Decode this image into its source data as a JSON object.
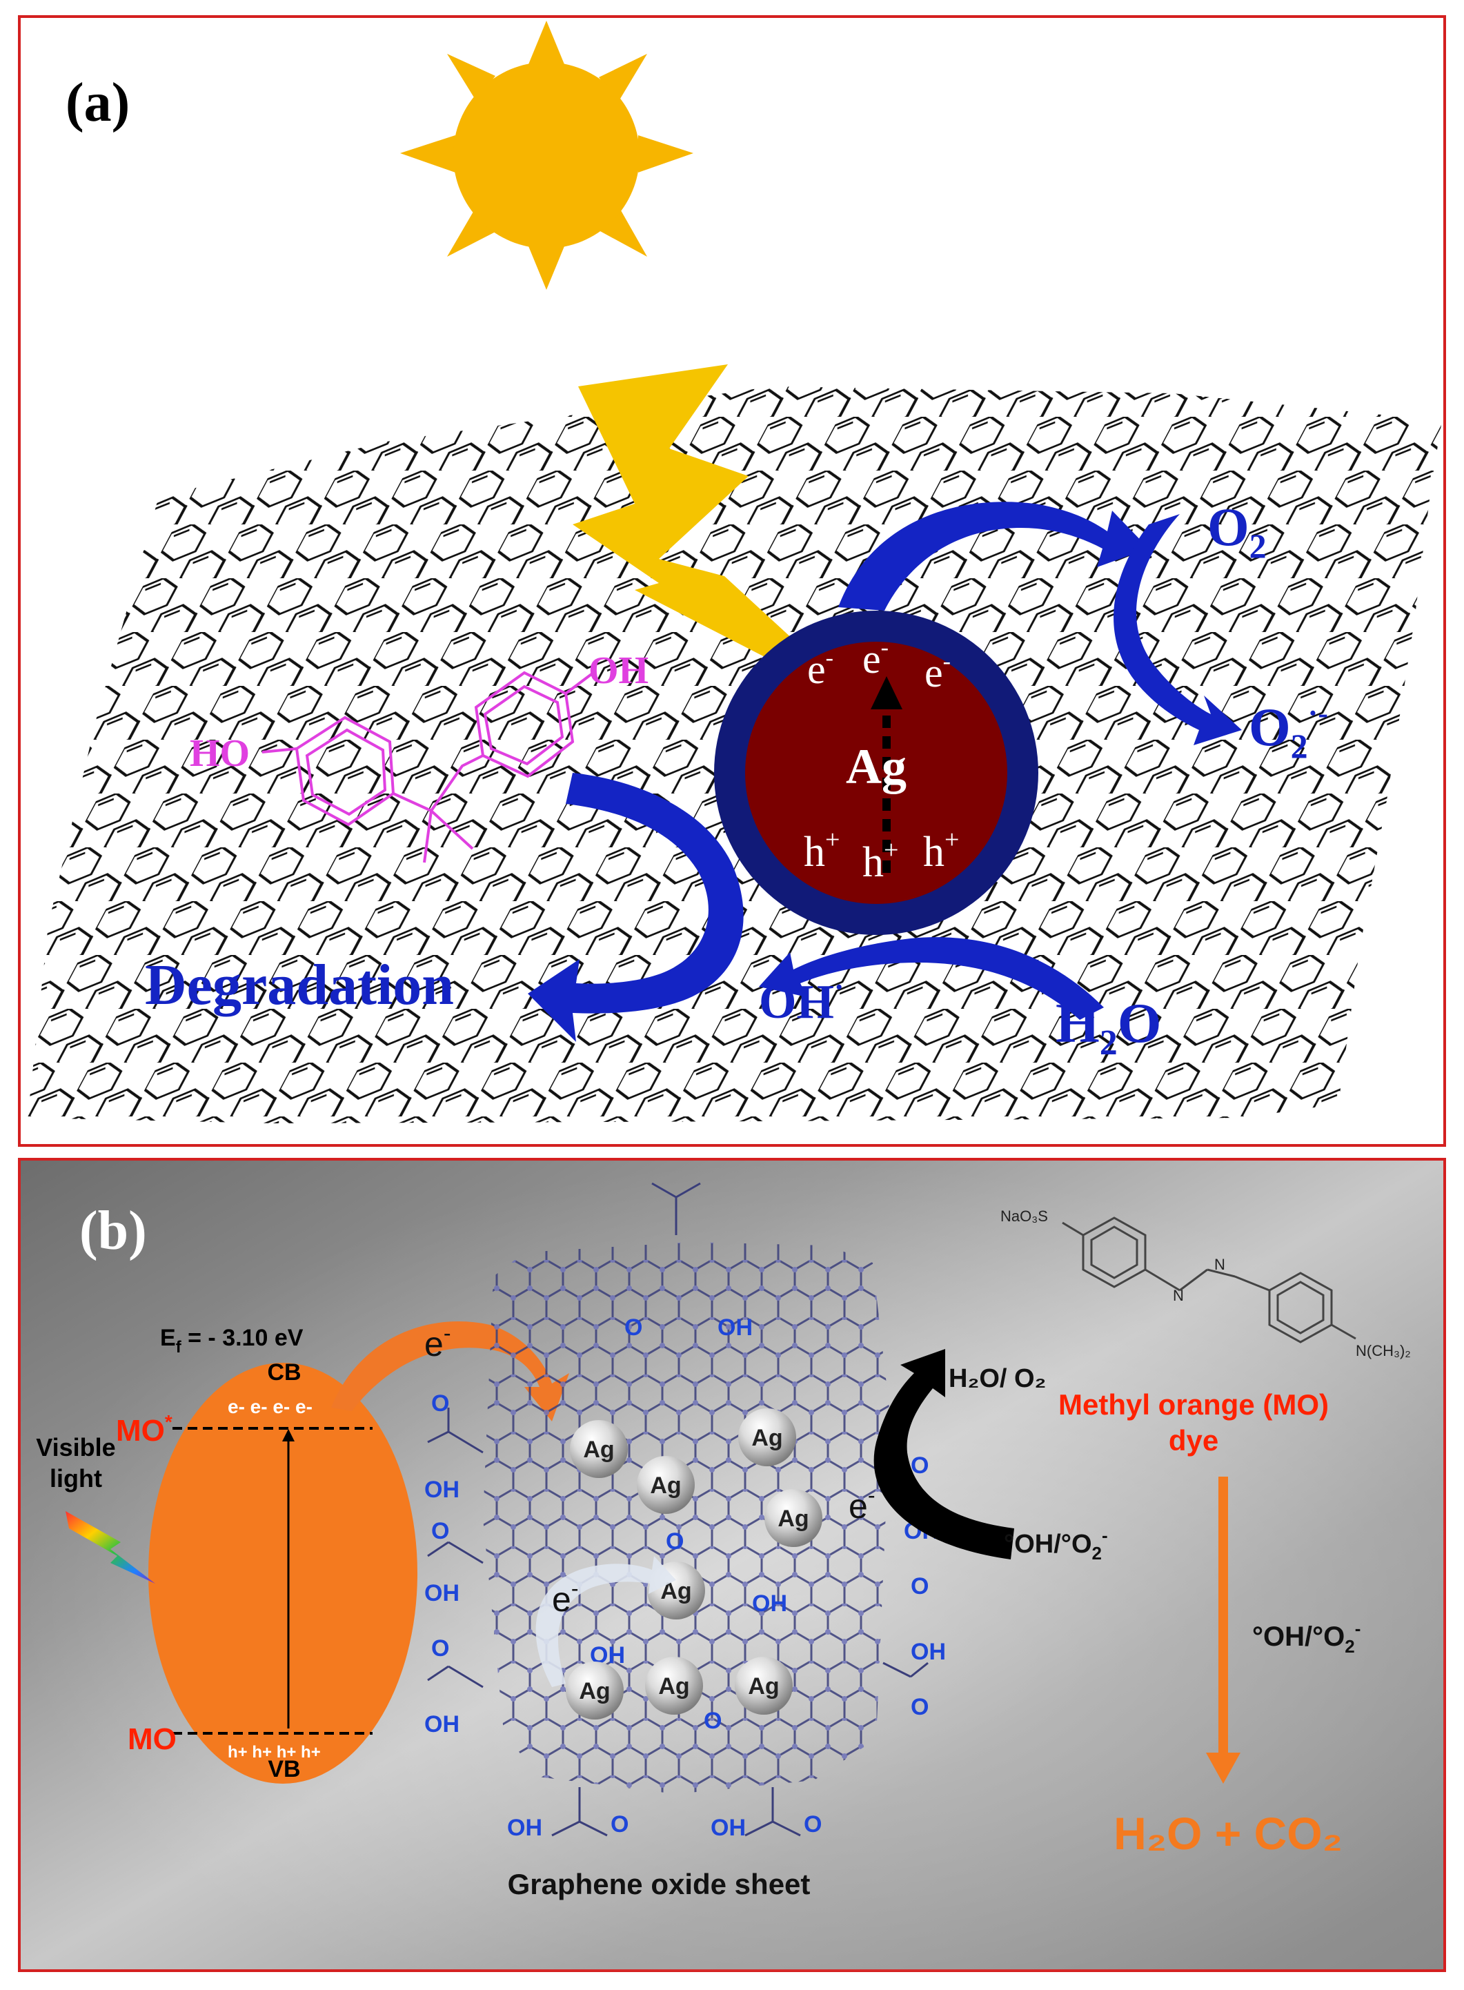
{
  "panel_a": {
    "label": "(a)",
    "metal": "Ag",
    "electron": "e",
    "electron_sup": "-",
    "hole": "h",
    "hole_sup": "+",
    "oh_group": "OH",
    "ho_group": "HO",
    "o2": {
      "base": "O",
      "sub": "2"
    },
    "o2_radical": {
      "base": "O",
      "sub": "2",
      "sup": "·-"
    },
    "hydroxyl": {
      "base": "OH",
      "sup": "·"
    },
    "water": {
      "a": "H",
      "sub": "2",
      "b": "O"
    },
    "degradation": "Degradation",
    "colors": {
      "sun": "#f7b500",
      "bolt": "#f5c400",
      "arrow": "#1424c4",
      "sphere_rim": "#111a78",
      "sphere_core": "#7a0000",
      "molecule": "#e040e0",
      "border": "#d42020"
    }
  },
  "panel_b": {
    "label": "(b)",
    "ef": {
      "base": "E",
      "sub": "f",
      "rest": " = - 3.10 eV"
    },
    "cb": "CB",
    "vb": "VB",
    "mo_star": {
      "base": "MO",
      "sup": "*"
    },
    "mo": "MO",
    "visible_light": [
      "Visible",
      "light"
    ],
    "cb_electrons": "e- e- e- e-",
    "vb_holes": "h+ h+ h+ h+",
    "electron": {
      "base": "e",
      "sup": "-"
    },
    "ag_labels": [
      "Ag",
      "Ag",
      "Ag",
      "Ag",
      "Ag",
      "Ag",
      "Ag",
      "Ag"
    ],
    "o_label": "O",
    "oh_label": "OH",
    "top_cooh": {
      "o": "O",
      "oh": "OH"
    },
    "bottom_groups": [
      "OH",
      "O",
      "OH",
      "O"
    ],
    "h2o_o2": "H₂O/ O₂",
    "radicals_right": {
      "base": "°OH/°O",
      "sub": "2",
      "sup": "-"
    },
    "methyl_orange": [
      "Methyl orange (MO)",
      "dye"
    ],
    "radicals_arrow": {
      "base": "°OH/°O",
      "sub": "2",
      "sup": "-"
    },
    "product": "H₂O + CO₂",
    "sheet_caption": "Graphene oxide sheet",
    "mo_molecule": {
      "naso3s": "NaO₃S",
      "n1": "N",
      "n2": "N",
      "nme2": "N(CH₃)₂"
    },
    "colors": {
      "ellipse": "#f47a1f",
      "orange_arrow": "#f07828",
      "red_text": "#ff2200",
      "blue_text": "#1e46d8",
      "product": "#f47a1f"
    }
  }
}
